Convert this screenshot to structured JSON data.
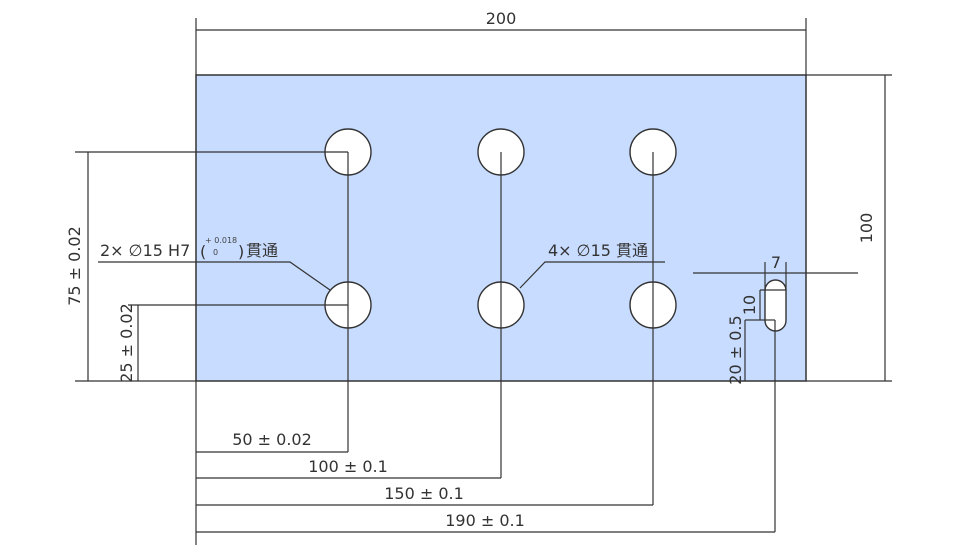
{
  "drawing": {
    "plate_color": "#c8dcff",
    "line_color": "#333333",
    "dimensions": {
      "width": "200",
      "height": "100",
      "hole_row_top": "75 ± 0.02",
      "hole_row_bottom": "25 ± 0.02",
      "x1": "50 ± 0.02",
      "x2": "100 ± 0.1",
      "x3": "150 ± 0.1",
      "x4": "190 ± 0.1",
      "slot_width": "7",
      "slot_length": "10",
      "slot_height": "20 ± 0.5"
    },
    "callouts": {
      "reamed_holes": "2× ∅15 H7",
      "tol_upper": "+ 0.018",
      "tol_lower": "0",
      "reamed_suffix": "貫通",
      "plain_holes": "4× ∅15 貫通"
    }
  }
}
